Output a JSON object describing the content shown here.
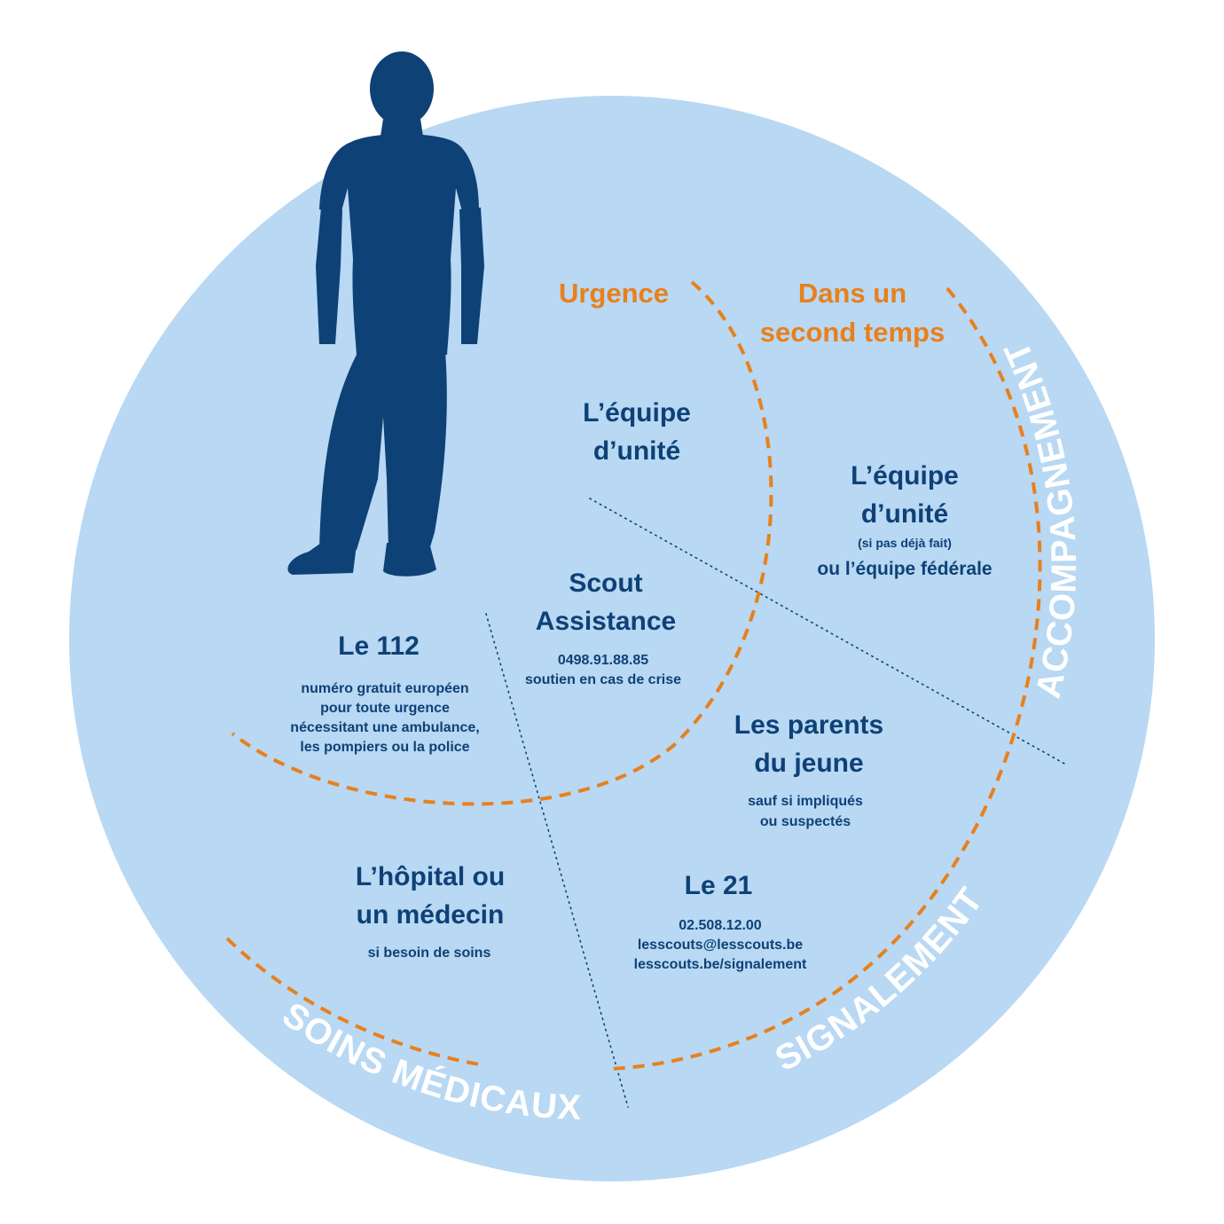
{
  "colors": {
    "background": "#ffffff",
    "circle": "#b8d8f3",
    "text_dark": "#0e4176",
    "accent_orange": "#e8801c",
    "label_white": "#ffffff",
    "silhouette": "#0e4176"
  },
  "icons": {
    "person": "person-silhouette-icon"
  },
  "headings": {
    "urgence": "Urgence",
    "second_temps_1": "Dans un",
    "second_temps_2": "second temps"
  },
  "arc_labels": {
    "accompagnement": "ACCOMPAGNEMENT",
    "signalement": "SIGNALEMENT",
    "soins_medicaux": "SOINS MÉDICAUX"
  },
  "nodes": {
    "equipe_urgence": {
      "line1": "L’équipe",
      "line2": "d’unité"
    },
    "equipe_second": {
      "line1": "L’équipe",
      "line2": "d’unité",
      "note": "(si pas déjà fait)",
      "line3": "ou l’équipe fédérale"
    },
    "scout_assistance": {
      "line1": "Scout",
      "line2": "Assistance",
      "phone": "0498.91.88.85",
      "desc": "soutien en cas de crise"
    },
    "le112": {
      "title": "Le 112",
      "desc1": "numéro gratuit européen",
      "desc2": "pour toute urgence",
      "desc3": "nécessitant une ambulance,",
      "desc4": "les pompiers ou la police"
    },
    "parents": {
      "line1": "Les parents",
      "line2": "du jeune",
      "desc1": "sauf si impliqués",
      "desc2": "ou suspectés"
    },
    "hopital": {
      "line1": "L’hôpital ou",
      "line2": "un médecin",
      "desc": "si besoin de soins"
    },
    "le21": {
      "title": "Le 21",
      "phone": "02.508.12.00",
      "email": "lesscouts@lesscouts.be",
      "web": "lesscouts.be/signalement"
    }
  }
}
